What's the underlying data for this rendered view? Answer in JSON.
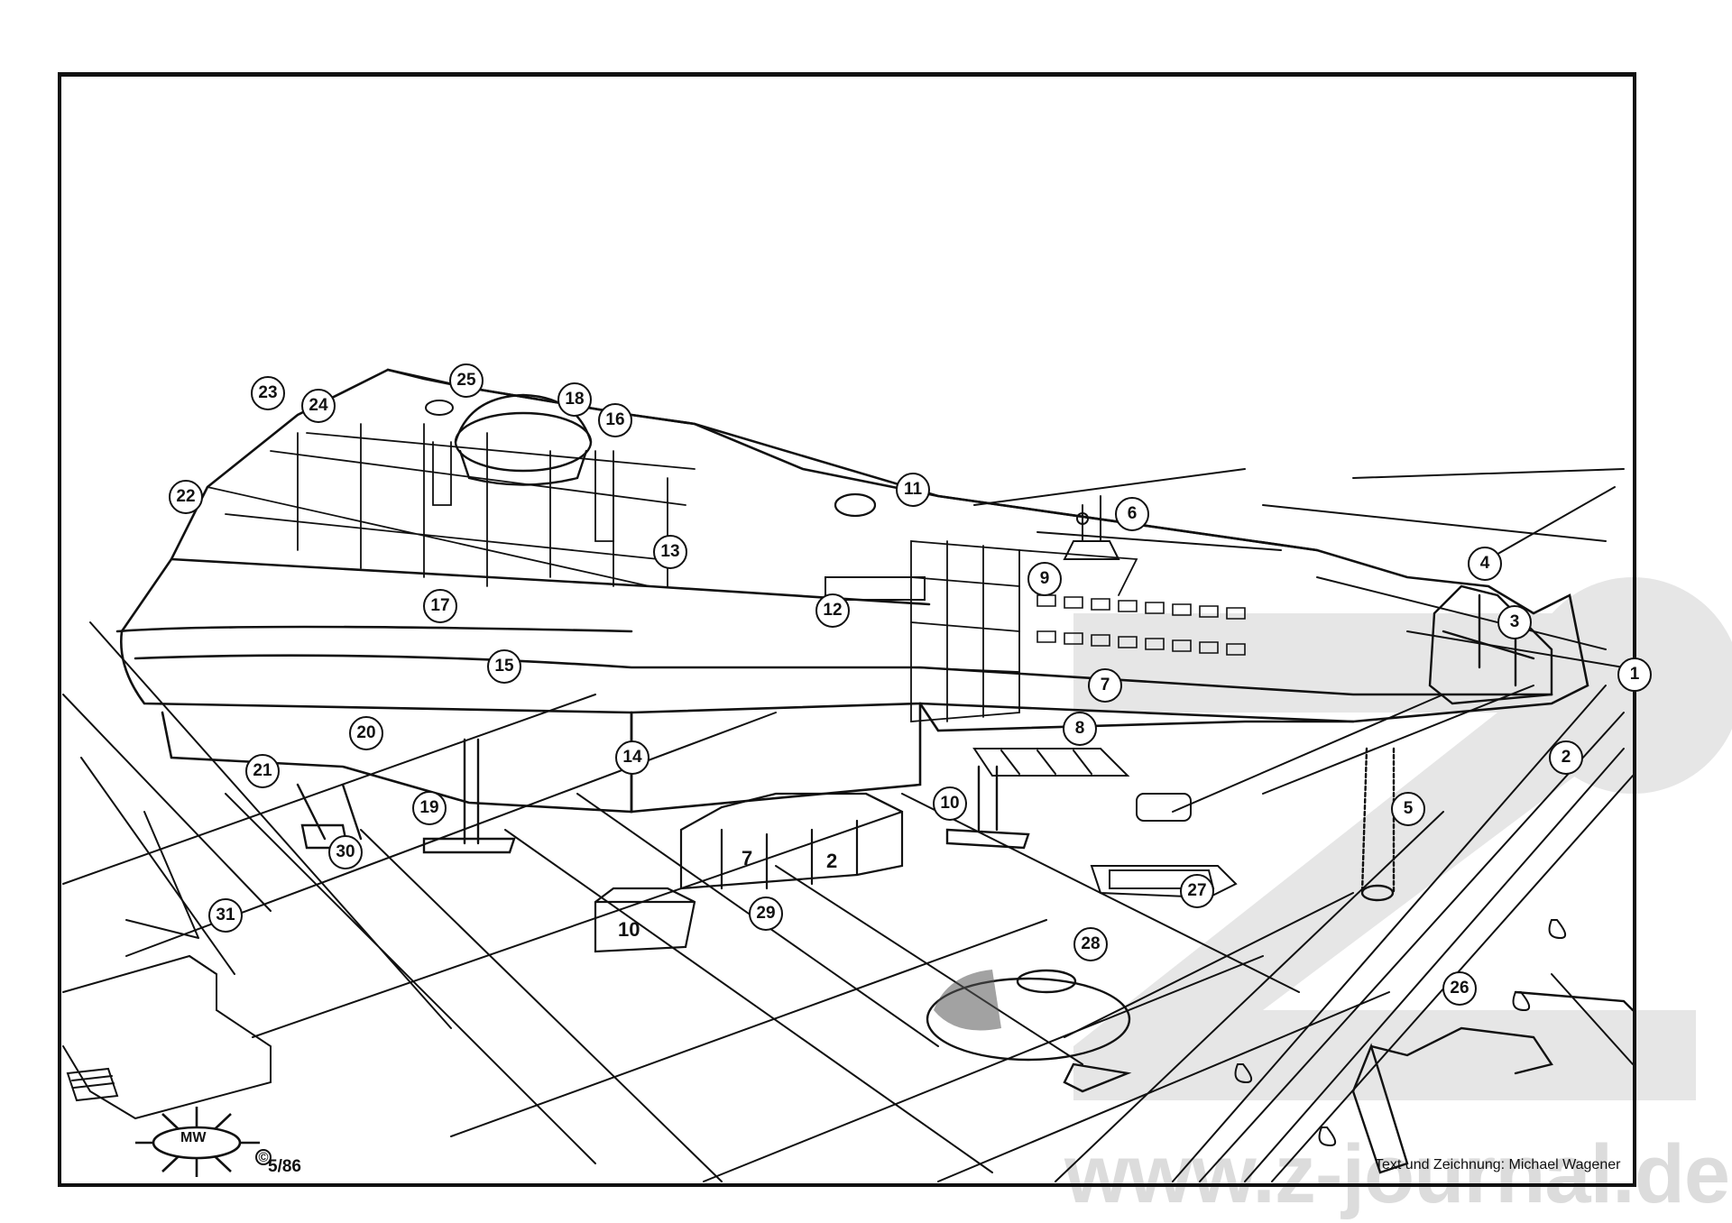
{
  "illustration": {
    "subject": "Spaceship cutaway on landing platform",
    "credit": "Text und Zeichnung: Michael Wagener",
    "date": "5/86",
    "copyright_symbol": "©",
    "signature_initials": "MW",
    "watermark": "www.z-journal.de",
    "crate_labels": {
      "module_left": "7",
      "module_right": "2",
      "small_crate": "10"
    },
    "callouts": [
      {
        "id": "1",
        "label": "1"
      },
      {
        "id": "2",
        "label": "2"
      },
      {
        "id": "3",
        "label": "3"
      },
      {
        "id": "4",
        "label": "4"
      },
      {
        "id": "5",
        "label": "5"
      },
      {
        "id": "6",
        "label": "6"
      },
      {
        "id": "7",
        "label": "7"
      },
      {
        "id": "8",
        "label": "8"
      },
      {
        "id": "9",
        "label": "9"
      },
      {
        "id": "10",
        "label": "10"
      },
      {
        "id": "11",
        "label": "11"
      },
      {
        "id": "12",
        "label": "12"
      },
      {
        "id": "13",
        "label": "13"
      },
      {
        "id": "14",
        "label": "14"
      },
      {
        "id": "15",
        "label": "15"
      },
      {
        "id": "16",
        "label": "16"
      },
      {
        "id": "17",
        "label": "17"
      },
      {
        "id": "18",
        "label": "18"
      },
      {
        "id": "19",
        "label": "19"
      },
      {
        "id": "20",
        "label": "20"
      },
      {
        "id": "21",
        "label": "21"
      },
      {
        "id": "22",
        "label": "22"
      },
      {
        "id": "23",
        "label": "23"
      },
      {
        "id": "24",
        "label": "24"
      },
      {
        "id": "25",
        "label": "25"
      },
      {
        "id": "26",
        "label": "26"
      },
      {
        "id": "27",
        "label": "27"
      },
      {
        "id": "28",
        "label": "28"
      },
      {
        "id": "29",
        "label": "29"
      },
      {
        "id": "30",
        "label": "30"
      },
      {
        "id": "31",
        "label": "31"
      }
    ]
  }
}
